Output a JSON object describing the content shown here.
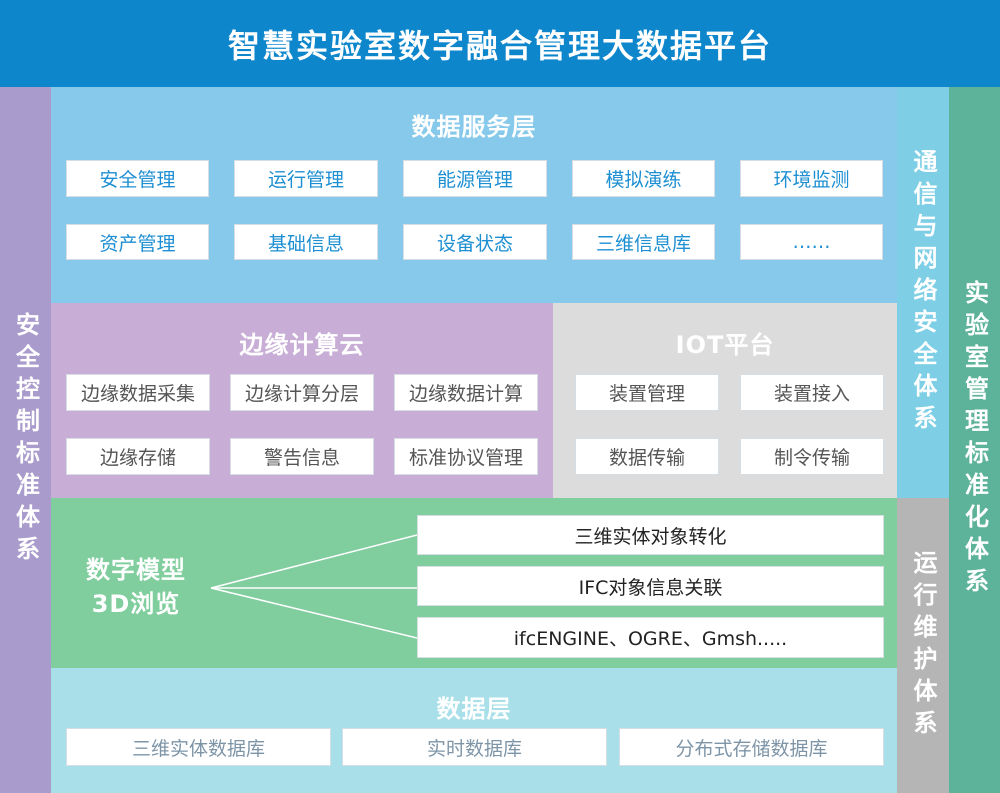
{
  "title": "智慧实验室数字融合管理大数据平台",
  "left_bar": "安全控制标准体系",
  "right_bars": {
    "network": "通信与网络安全体系",
    "ops": "运行维护体系",
    "standard": "实验室管理标准化体系"
  },
  "service_layer": {
    "title": "数据服务层",
    "items": [
      "安全管理",
      "运行管理",
      "能源管理",
      "模拟演练",
      "环境监测",
      "资产管理",
      "基础信息",
      "设备状态",
      "三维信息库",
      "……"
    ]
  },
  "edge_cloud": {
    "title": "边缘计算云",
    "items": [
      "边缘数据采集",
      "边缘计算分层",
      "边缘数据计算",
      "边缘存储",
      "警告信息",
      "标准协议管理"
    ]
  },
  "iot": {
    "title": "IOT平台",
    "items": [
      "装置管理",
      "装置接入",
      "数据传输",
      "制令传输"
    ]
  },
  "digital_model": {
    "title_line1": "数字模型",
    "title_line2": "3D浏览",
    "items": [
      "三维实体对象转化",
      "IFC对象信息关联",
      "ifcENGINE、OGRE、Gmsh....."
    ]
  },
  "data_layer": {
    "title": "数据层",
    "items": [
      "三维实体数据库",
      "实时数据库",
      "分布式存储数据库"
    ]
  },
  "colors": {
    "header": "#0e86cc",
    "left_bar": "#a99bcc",
    "network_bar": "#7ecfe6",
    "ops_bar": "#b5b5b5",
    "standard_bar": "#5db39a",
    "service_bg": "#86c9ea",
    "edge_bg": "#c8aed6",
    "iot_bg": "#dcdcdc",
    "model_bg": "#80cd9e",
    "data_bg": "#a9dfe8"
  }
}
